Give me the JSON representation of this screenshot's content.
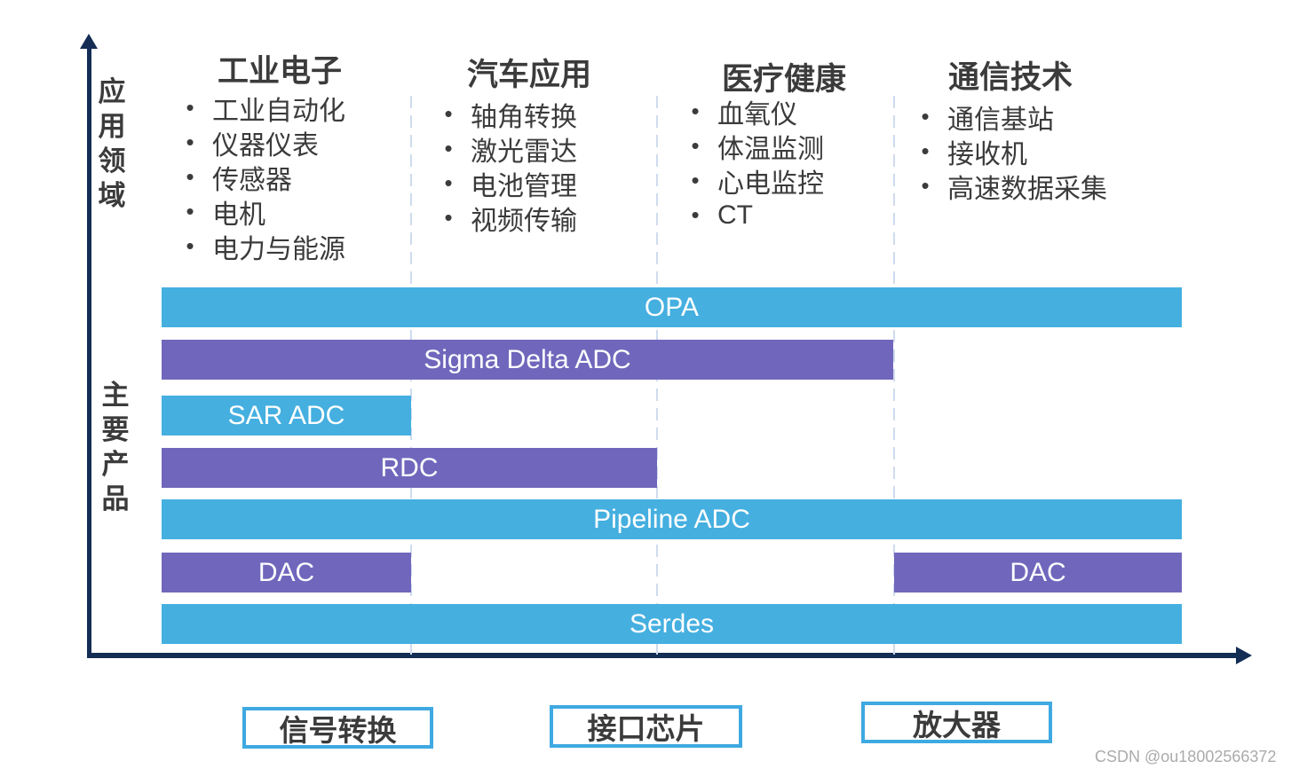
{
  "axis": {
    "application_label": "应用领域",
    "products_label": "主要产品"
  },
  "ui": {
    "bullet": "•"
  },
  "columns": [
    {
      "header": "工业电子",
      "items": [
        "工业自动化",
        "仪器仪表",
        "传感器",
        "电机",
        "电力与能源"
      ]
    },
    {
      "header": "汽车应用",
      "items": [
        "轴角转换",
        "激光雷达",
        "电池管理",
        "视频传输"
      ]
    },
    {
      "header": "医疗健康",
      "items": [
        "血氧仪",
        "体温监测",
        "心电监控",
        "CT"
      ]
    },
    {
      "header": "通信技术",
      "items": [
        "通信基站",
        "接收机",
        "高速数据采集"
      ]
    }
  ],
  "bars": [
    {
      "label": "OPA",
      "color": "#45afe0",
      "span": "工业电子–通信技术"
    },
    {
      "label": "Sigma Delta ADC",
      "color": "#7067bc",
      "span": "工业电子–医疗健康"
    },
    {
      "label": "SAR ADC",
      "color": "#45afe0",
      "span": "工业电子"
    },
    {
      "label": "RDC",
      "color": "#7067bc",
      "span": "工业电子–汽车应用"
    },
    {
      "label": "Pipeline ADC",
      "color": "#45afe0",
      "span": "工业电子–通信技术"
    },
    {
      "label": "DAC",
      "color": "#7067bc",
      "span": "工业电子"
    },
    {
      "label": "DAC",
      "color": "#7067bc",
      "span": "通信技术"
    },
    {
      "label": "Serdes",
      "color": "#45afe0",
      "span": "工业电子–通信技术"
    }
  ],
  "bottom_tags": [
    "信号转换",
    "接口芯片",
    "放大器"
  ],
  "watermark": "CSDN @ou18002566372",
  "colors": {
    "bar_blue": "#45afe0",
    "bar_purple": "#7067bc",
    "axis_navy": "#132d55",
    "divider_dash": "#cfdbee",
    "tag_border_blue": "#3fa9e1",
    "text_dark": "#3b3b3b",
    "watermark_gray": "#ababab"
  }
}
